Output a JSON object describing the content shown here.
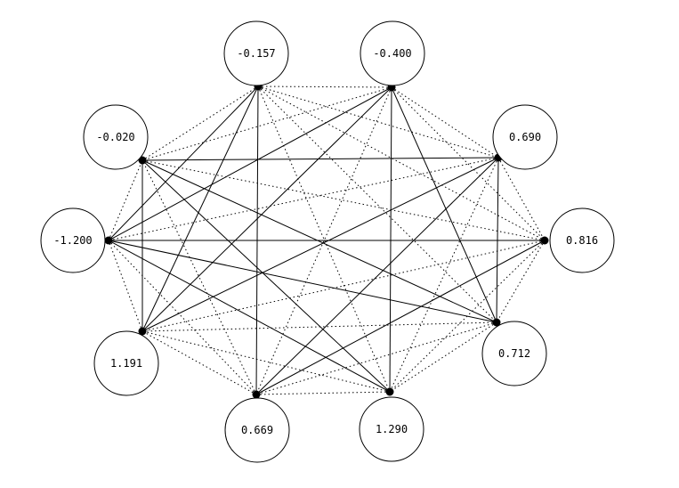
{
  "nodes": [
    {
      "id": "n1",
      "label": "-0.157"
    },
    {
      "id": "n2",
      "label": "-0.400"
    },
    {
      "id": "n3",
      "label": "0.690"
    },
    {
      "id": "n4",
      "label": "0.816"
    },
    {
      "id": "n5",
      "label": "0.712"
    },
    {
      "id": "n6",
      "label": "1.290"
    },
    {
      "id": "n7",
      "label": "0.669"
    },
    {
      "id": "n8",
      "label": "1.191"
    },
    {
      "id": "n9",
      "label": "-1.200"
    },
    {
      "id": "n10",
      "label": "-0.020"
    }
  ],
  "solid_edges": [
    [
      "n1",
      "n9"
    ],
    [
      "n1",
      "n8"
    ],
    [
      "n1",
      "n7"
    ],
    [
      "n2",
      "n9"
    ],
    [
      "n2",
      "n8"
    ],
    [
      "n2",
      "n5"
    ],
    [
      "n2",
      "n6"
    ],
    [
      "n3",
      "n10"
    ],
    [
      "n3",
      "n8"
    ],
    [
      "n3",
      "n7"
    ],
    [
      "n3",
      "n5"
    ],
    [
      "n4",
      "n9"
    ],
    [
      "n4",
      "n7"
    ],
    [
      "n10",
      "n8"
    ],
    [
      "n10",
      "n5"
    ],
    [
      "n10",
      "n6"
    ],
    [
      "n9",
      "n5"
    ],
    [
      "n9",
      "n6"
    ]
  ],
  "edge_style": {
    "connected": "solid",
    "other_pairs": "dotted"
  }
}
